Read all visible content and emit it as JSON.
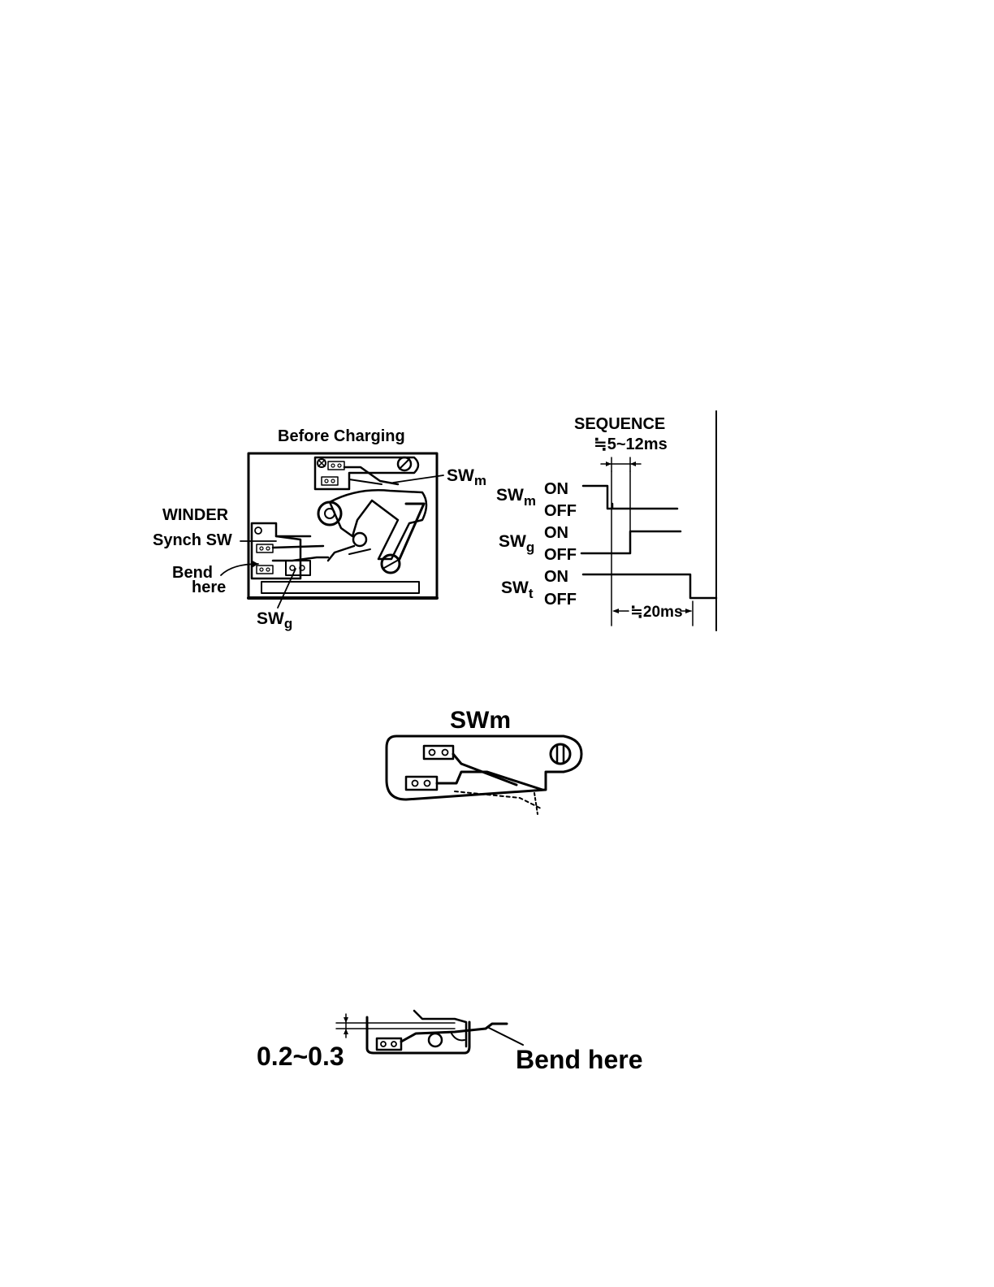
{
  "figure1": {
    "title": "Before Charging",
    "labels": {
      "winder": "WINDER",
      "synch_sw": "Synch SW",
      "bend_line1": "Bend",
      "bend_line2": "here",
      "swm_main": "SW",
      "swm_sub": "m",
      "swg_main": "SW",
      "swg_sub": "g"
    }
  },
  "sequence": {
    "title": "SEQUENCE",
    "interval1": "≒5~12ms",
    "interval2": "≒20ms",
    "rows": [
      {
        "main": "SW",
        "sub": "m",
        "on": "ON",
        "off": "OFF"
      },
      {
        "main": "SW",
        "sub": "g",
        "on": "ON",
        "off": "OFF"
      },
      {
        "main": "SW",
        "sub": "t",
        "on": "ON",
        "off": "OFF"
      }
    ]
  },
  "figure2": {
    "title": "SWm"
  },
  "figure3": {
    "gap": "0.2~0.3",
    "bend_label": "Bend here"
  }
}
